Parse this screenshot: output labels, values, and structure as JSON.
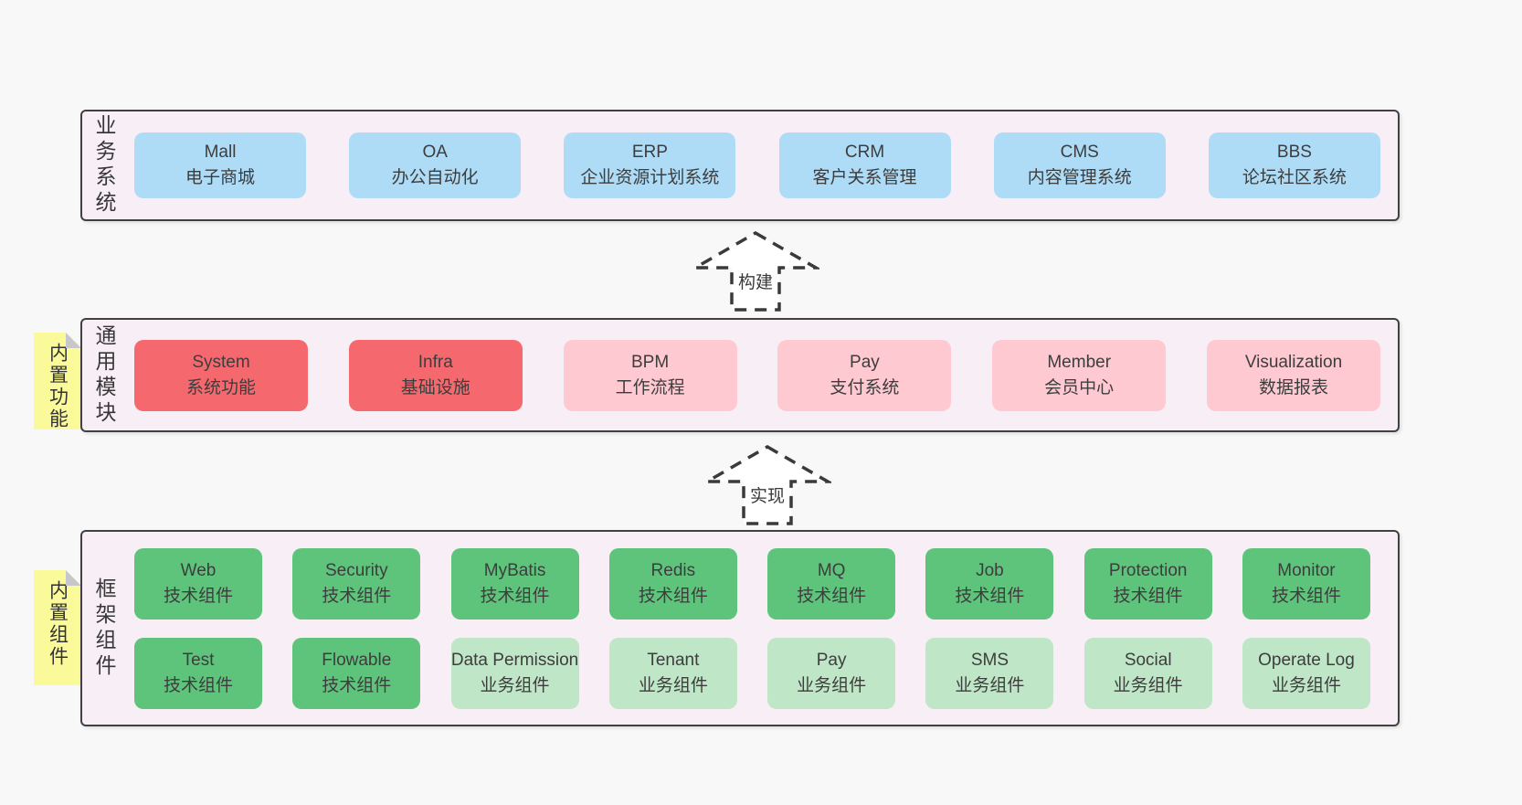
{
  "palette": {
    "page_bg": "#f8f8f8",
    "panel_bg": "#f8eef6",
    "panel_border": "#414141",
    "node_blue": "#aedcf7",
    "node_red": "#f5696e",
    "node_pink": "#fec9d1",
    "node_green": "#5fc47b",
    "node_light_green": "#bfe6c6",
    "sticky_yellow": "#fafa9b",
    "sticky_fold_gray": "#c7c7cb",
    "text": "#3d3d3d"
  },
  "arrows": [
    {
      "label": "构建"
    },
    {
      "label": "实现"
    }
  ],
  "stickies": [
    {
      "text": "内置功能"
    },
    {
      "text": "内置组件"
    }
  ],
  "sections": [
    {
      "label": "业务系统",
      "boxes": [
        {
          "title": "Mall",
          "subtitle": "电子商城",
          "variant": "blue"
        },
        {
          "title": "OA",
          "subtitle": "办公自动化",
          "variant": "blue"
        },
        {
          "title": "ERP",
          "subtitle": "企业资源计划系统",
          "variant": "blue"
        },
        {
          "title": "CRM",
          "subtitle": "客户关系管理",
          "variant": "blue"
        },
        {
          "title": "CMS",
          "subtitle": "内容管理系统",
          "variant": "blue"
        },
        {
          "title": "BBS",
          "subtitle": "论坛社区系统",
          "variant": "blue"
        }
      ]
    },
    {
      "label": "通用模块",
      "boxes": [
        {
          "title": "System",
          "subtitle": "系统功能",
          "variant": "red"
        },
        {
          "title": "Infra",
          "subtitle": "基础设施",
          "variant": "red"
        },
        {
          "title": "BPM",
          "subtitle": "工作流程",
          "variant": "pink"
        },
        {
          "title": "Pay",
          "subtitle": "支付系统",
          "variant": "pink"
        },
        {
          "title": "Member",
          "subtitle": "会员中心",
          "variant": "pink"
        },
        {
          "title": "Visualization",
          "subtitle": "数据报表",
          "variant": "pink"
        }
      ]
    },
    {
      "label": "框架组件",
      "rows": [
        [
          {
            "title": "Web",
            "subtitle": "技术组件",
            "variant": "green"
          },
          {
            "title": "Security",
            "subtitle": "技术组件",
            "variant": "green"
          },
          {
            "title": "MyBatis",
            "subtitle": "技术组件",
            "variant": "green"
          },
          {
            "title": "Redis",
            "subtitle": "技术组件",
            "variant": "green"
          },
          {
            "title": "MQ",
            "subtitle": "技术组件",
            "variant": "green"
          },
          {
            "title": "Job",
            "subtitle": "技术组件",
            "variant": "green"
          },
          {
            "title": "Protection",
            "subtitle": "技术组件",
            "variant": "green"
          },
          {
            "title": "Monitor",
            "subtitle": "技术组件",
            "variant": "green"
          }
        ],
        [
          {
            "title": "Test",
            "subtitle": "技术组件",
            "variant": "green"
          },
          {
            "title": "Flowable",
            "subtitle": "技术组件",
            "variant": "green"
          },
          {
            "title": "Data Permission",
            "subtitle": "业务组件",
            "variant": "lightgreen"
          },
          {
            "title": "Tenant",
            "subtitle": "业务组件",
            "variant": "lightgreen"
          },
          {
            "title": "Pay",
            "subtitle": "业务组件",
            "variant": "lightgreen"
          },
          {
            "title": "SMS",
            "subtitle": "业务组件",
            "variant": "lightgreen"
          },
          {
            "title": "Social",
            "subtitle": "业务组件",
            "variant": "lightgreen"
          },
          {
            "title": "Operate Log",
            "subtitle": "业务组件",
            "variant": "lightgreen"
          }
        ]
      ]
    }
  ]
}
